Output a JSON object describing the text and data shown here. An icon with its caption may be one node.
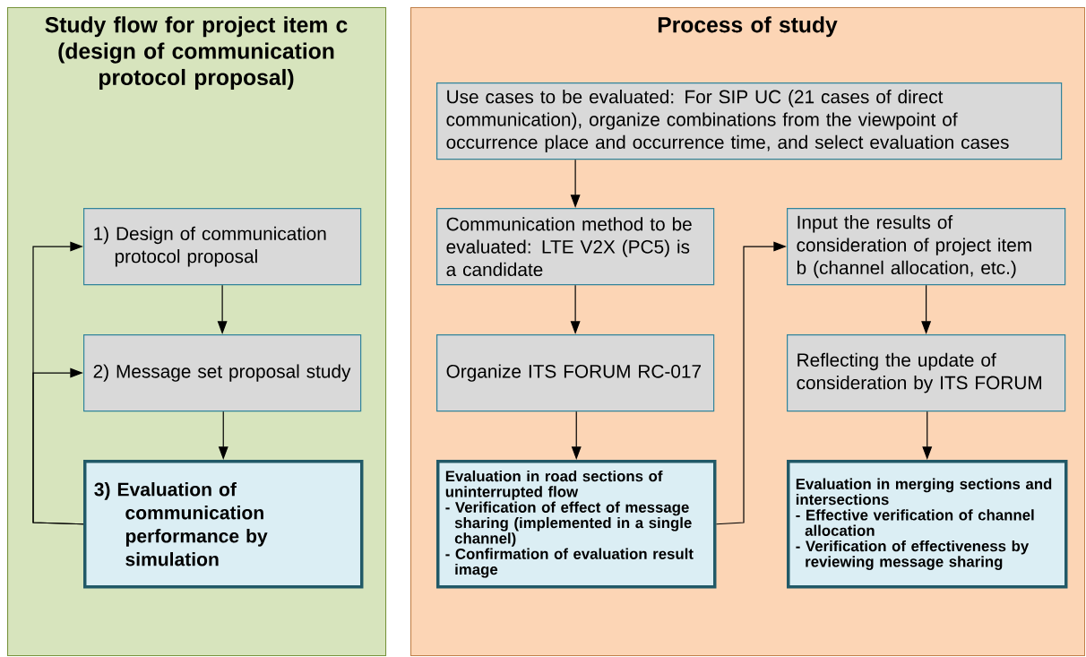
{
  "diagram": {
    "nodes": [
      {
        "text": [
          "Study flow for project item c (design of communication protocol proposal)"
        ]
      },
      {
        "text": [
          "1) Design of communication protocol proposal"
        ],
        "in": 0
      },
      {
        "text": [
          "2) Message set proposal study"
        ],
        "in": 0
      },
      {
        "text": [
          "3) Evaluation of communication performance by simulation"
        ],
        "in": 0
      },
      {
        "text": [
          "Process of study"
        ]
      },
      {
        "text": [
          "Use cases to be evaluated: For SIP UC (21 cases of direct communication), organize combinations from the viewpoint of occurrence place and occurrence time, and select evaluation cases"
        ],
        "in": 4
      },
      {
        "text": [
          "Communication method to be evaluated: LTE V2X (PC5) is a candidate"
        ],
        "in": 4
      },
      {
        "text": [
          "Organize ITS FORUM RC-017"
        ],
        "in": 4
      },
      {
        "text": [
          "Evaluation in road sections of uninterrupted flow",
          "- Verification of effect of message sharing (implemented in a single channel)",
          "- Confirmation of evaluation result image"
        ],
        "in": 4
      },
      {
        "text": [
          "Input the results of consideration of project item b (channel allocation, etc.)"
        ],
        "in": 4
      },
      {
        "text": [
          "Reflecting the update of consideration by ITS FORUM"
        ],
        "in": 4
      },
      {
        "text": [
          "Evaluation in merging sections and intersections",
          "- Effective verification of channel allocation",
          "- Verification of effectiveness by reviewing message sharing"
        ],
        "in": 4
      }
    ],
    "edges": [
      {
        "from": 1,
        "to": 2,
        "arrow": "to"
      },
      {
        "from": 2,
        "to": 3,
        "arrow": "to"
      },
      {
        "from": 3,
        "to": 1,
        "arrow": "to"
      },
      {
        "from": 3,
        "to": 2,
        "arrow": "to"
      },
      {
        "from": 5,
        "to": 6,
        "arrow": "to"
      },
      {
        "from": 6,
        "to": 7,
        "arrow": "to"
      },
      {
        "from": 7,
        "to": 8,
        "arrow": "to"
      },
      {
        "from": 8,
        "to": 9,
        "arrow": "to"
      },
      {
        "from": 9,
        "to": 10,
        "arrow": "to"
      },
      {
        "from": 10,
        "to": 11,
        "arrow": "to"
      }
    ]
  }
}
